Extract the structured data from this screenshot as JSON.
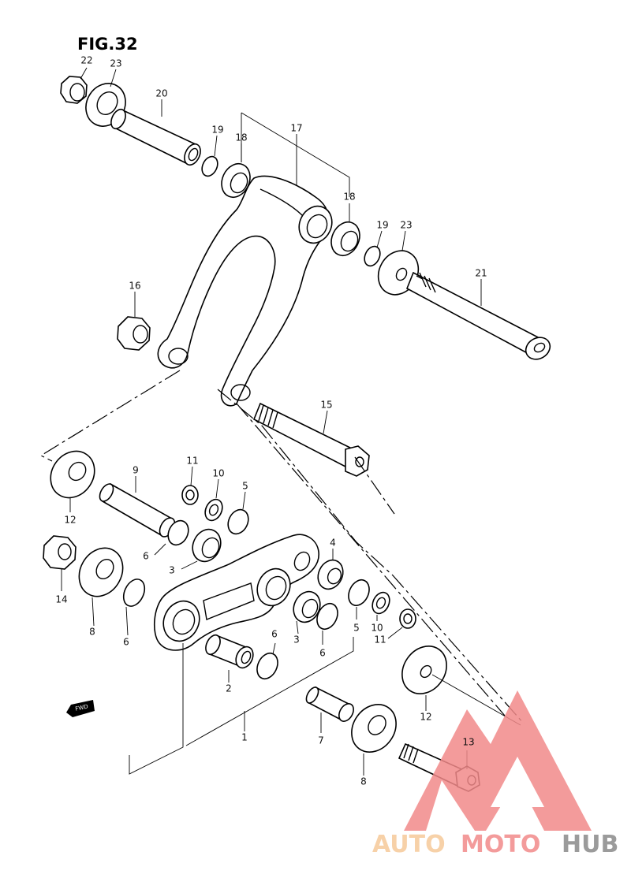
{
  "figure": {
    "title": "FIG.32"
  },
  "parts": [
    {
      "key": "p22a",
      "label": "22"
    },
    {
      "key": "p23a",
      "label": "23"
    },
    {
      "key": "p20",
      "label": "20"
    },
    {
      "key": "p19a",
      "label": "19"
    },
    {
      "key": "p18a",
      "label": "18"
    },
    {
      "key": "p17",
      "label": "17"
    },
    {
      "key": "p18b",
      "label": "18"
    },
    {
      "key": "p19b",
      "label": "19"
    },
    {
      "key": "p23b",
      "label": "23"
    },
    {
      "key": "p21",
      "label": "21"
    },
    {
      "key": "p16",
      "label": "16"
    },
    {
      "key": "p15",
      "label": "15"
    },
    {
      "key": "p9",
      "label": "9"
    },
    {
      "key": "p11a",
      "label": "11"
    },
    {
      "key": "p10a",
      "label": "10"
    },
    {
      "key": "p5a",
      "label": "5"
    },
    {
      "key": "p12a",
      "label": "12"
    },
    {
      "key": "p6a",
      "label": "6"
    },
    {
      "key": "p3a",
      "label": "3"
    },
    {
      "key": "p4",
      "label": "4"
    },
    {
      "key": "p14",
      "label": "14"
    },
    {
      "key": "p8a",
      "label": "8"
    },
    {
      "key": "p6b",
      "label": "6"
    },
    {
      "key": "p6c",
      "label": "6"
    },
    {
      "key": "p3b",
      "label": "3"
    },
    {
      "key": "p6d",
      "label": "6"
    },
    {
      "key": "p5b",
      "label": "5"
    },
    {
      "key": "p10b",
      "label": "10"
    },
    {
      "key": "p11b",
      "label": "11"
    },
    {
      "key": "p2",
      "label": "2"
    },
    {
      "key": "p12b",
      "label": "12"
    },
    {
      "key": "p1",
      "label": "1"
    },
    {
      "key": "p7",
      "label": "7"
    },
    {
      "key": "p8b",
      "label": "8"
    },
    {
      "key": "p13",
      "label": "13"
    }
  ],
  "fwd_badge": "FWD",
  "watermark": {
    "text_auto": "AUTO",
    "text_moto": "MOTO",
    "text_hub": "HUB",
    "color_primary": "#f28a8a",
    "color_hub": "#8a8a8a",
    "color_auto": "#f6c99a"
  }
}
